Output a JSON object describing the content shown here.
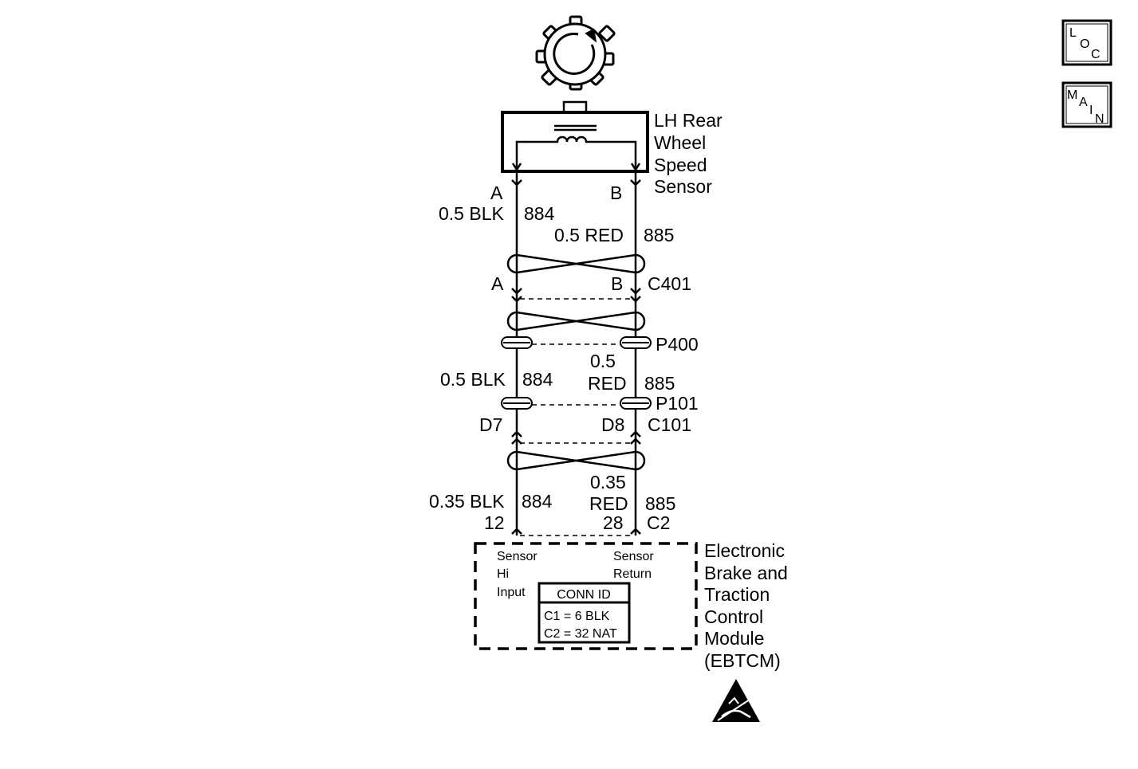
{
  "sensor": {
    "name_lines": [
      "LH Rear",
      "Wheel",
      "Speed",
      "Sensor"
    ],
    "pin_a": "A",
    "pin_b": "B"
  },
  "wires_top": {
    "left_gauge": "0.5 BLK",
    "left_circuit": "884",
    "right_gauge": "0.5 RED",
    "right_circuit": "885"
  },
  "c401": {
    "pin_a": "A",
    "pin_b": "B",
    "name": "C401"
  },
  "p400": {
    "name": "P400"
  },
  "wires_mid": {
    "left_gauge": "0.5 BLK",
    "left_circuit": "884",
    "right_gauge_lines": [
      "0.5",
      "RED"
    ],
    "right_circuit": "885"
  },
  "p101": {
    "name": "P101"
  },
  "c101": {
    "pin_left": "D7",
    "pin_right": "D8",
    "name": "C101"
  },
  "wires_bottom": {
    "left_gauge": "0.35 BLK",
    "left_circuit": "884",
    "right_gauge_lines": [
      "0.35",
      "RED"
    ],
    "right_circuit": "885",
    "left_pin": "12",
    "right_pin": "28",
    "connector": "C2"
  },
  "module": {
    "name_lines": [
      "Electronic",
      "Brake and",
      "Traction",
      "Control",
      "Module",
      "(EBTCM)"
    ],
    "left_pin_label_lines": [
      "Sensor",
      "Hi",
      "Input"
    ],
    "right_pin_label_lines": [
      "Sensor",
      "Return"
    ],
    "conn_id": {
      "title": "CONN ID",
      "rows": [
        "C1 = 6 BLK",
        "C2 = 32 NAT"
      ]
    }
  },
  "buttons": {
    "loc": [
      "L",
      "O",
      "C"
    ],
    "main": [
      "M",
      "A",
      "I",
      "N"
    ]
  },
  "icons": [
    "reluctor-wheel-icon",
    "coil-icon",
    "twisted-pair-icon",
    "esd-warning-icon"
  ]
}
